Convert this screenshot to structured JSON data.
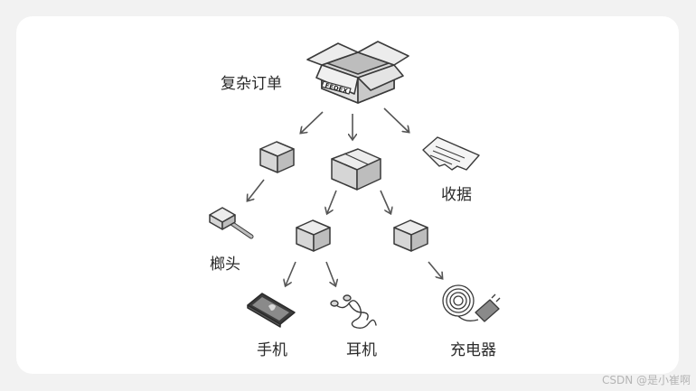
{
  "labels": {
    "complex_order": "复杂订单",
    "receipt": "收据",
    "hammer": "榔头",
    "phone": "手机",
    "earphones": "耳机",
    "charger": "充电器"
  },
  "box_label": "FEDEX",
  "watermark": "CSDN @是小崔啊",
  "colors": {
    "background": "#f2f2f2",
    "card": "#ffffff",
    "box_top": "#ececec",
    "box_side": "#cfcfcf",
    "outline": "#3a3a3a"
  }
}
